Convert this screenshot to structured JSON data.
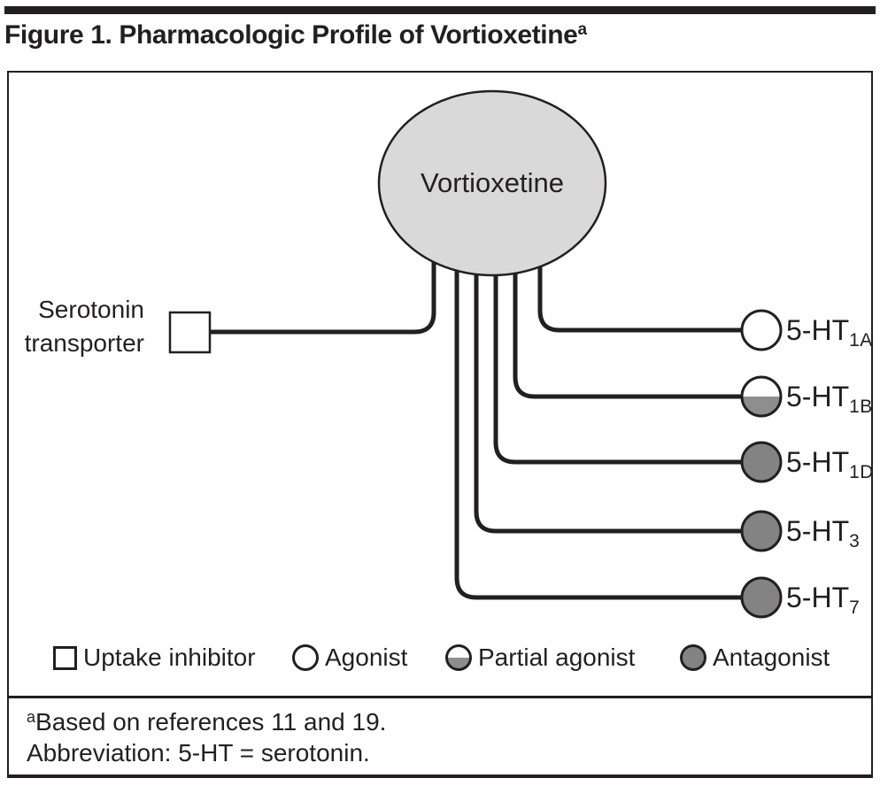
{
  "title": {
    "text": "Figure 1. Pharmacologic Profile of Vortioxetine",
    "superscript": "a"
  },
  "diagram": {
    "drug": "Vortioxetine",
    "transporter": {
      "lines": [
        "Serotonin",
        "transporter"
      ],
      "type": "uptake-inhibitor"
    },
    "receptor_base": "5-HT",
    "receptors": [
      {
        "sub": "1A",
        "type": "agonist"
      },
      {
        "sub": "1B",
        "type": "partial-agonist"
      },
      {
        "sub": "1D",
        "type": "antagonist"
      },
      {
        "sub": "3",
        "type": "antagonist"
      },
      {
        "sub": "7",
        "type": "antagonist"
      }
    ]
  },
  "legend": [
    {
      "label": "Uptake inhibitor",
      "marker": "square-white"
    },
    {
      "label": "Agonist",
      "marker": "circle-white"
    },
    {
      "label": "Partial agonist",
      "marker": "circle-half-gray"
    },
    {
      "label": "Antagonist",
      "marker": "circle-gray"
    }
  ],
  "footnote": {
    "superscript": "a",
    "line1": "Based on references 11 and 19.",
    "line2": "Abbreviation: 5-HT = serotonin."
  },
  "colors": {
    "ink": "#231f20",
    "ellipse_fill": "#d9d9d9",
    "antagonist_fill": "#838383",
    "partial_fill": "#8e8e8e",
    "agonist_fill": "#ffffff"
  }
}
